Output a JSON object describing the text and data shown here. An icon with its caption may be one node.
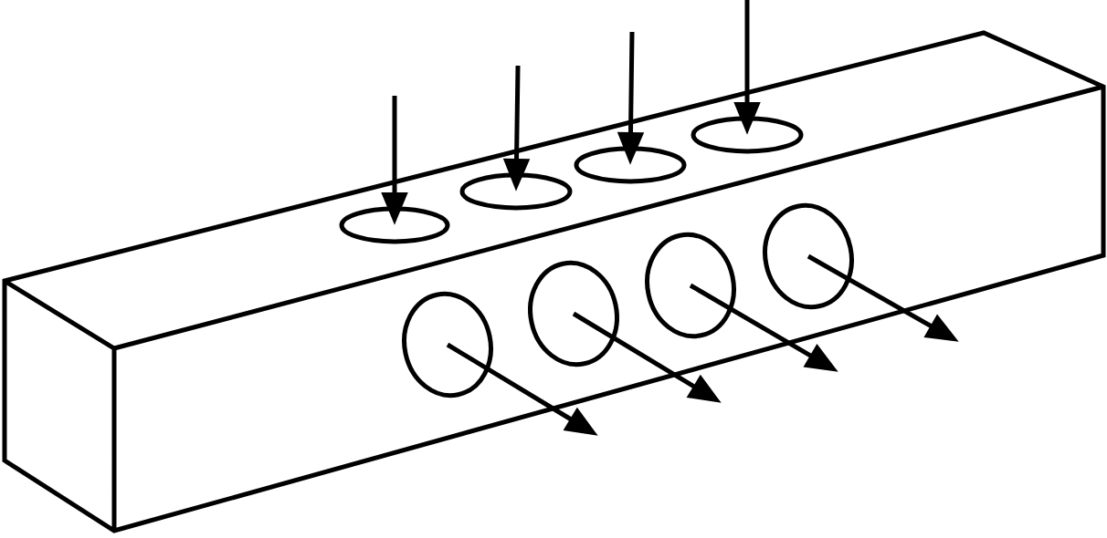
{
  "diagram": {
    "nodes": [
      {
        "text": [],
        "shape": "ellipse"
      },
      {
        "text": [],
        "shape": "ellipse"
      },
      {
        "text": [],
        "shape": "ellipse"
      },
      {
        "text": [],
        "shape": "ellipse"
      },
      {
        "text": [],
        "shape": "ellipse"
      },
      {
        "text": [],
        "shape": "ellipse"
      },
      {
        "text": [],
        "shape": "ellipse"
      },
      {
        "text": [],
        "shape": "ellipse"
      }
    ],
    "edges": [
      {
        "from": null,
        "to": 0,
        "arrow": "to"
      },
      {
        "from": null,
        "to": 1,
        "arrow": "to"
      },
      {
        "from": null,
        "to": 2,
        "arrow": "to"
      },
      {
        "from": null,
        "to": 3,
        "arrow": "to"
      },
      {
        "from": 4,
        "to": null,
        "arrow": "to"
      },
      {
        "from": 5,
        "to": null,
        "arrow": "to"
      },
      {
        "from": 6,
        "to": null,
        "arrow": "to"
      },
      {
        "from": 7,
        "to": null,
        "arrow": "to"
      }
    ]
  }
}
